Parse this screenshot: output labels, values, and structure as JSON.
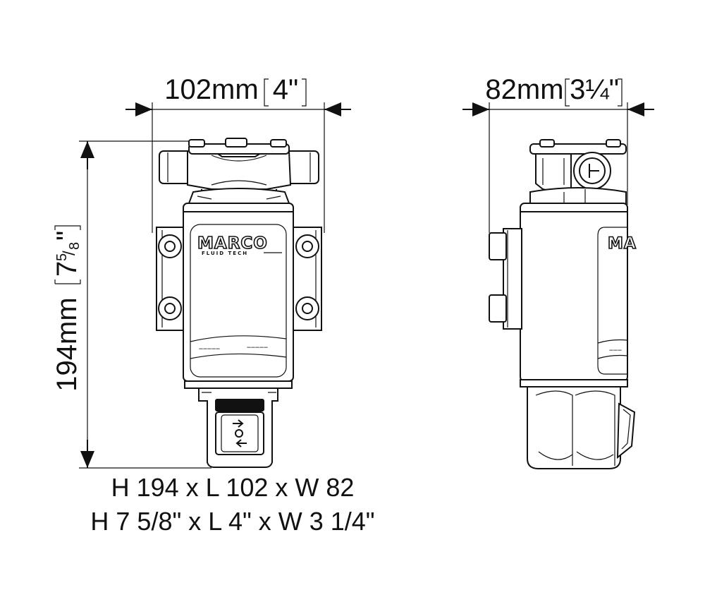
{
  "front_view": {
    "width_dim": {
      "value": "102mm",
      "bracket": "4\""
    },
    "height_dim": {
      "value": "194mm",
      "bracket_whole": "7",
      "bracket_num": "5",
      "bracket_den": "8",
      "bracket_suffix": "\""
    },
    "logo": {
      "brand": "MARCO",
      "subtitle": "FLUID TECH"
    }
  },
  "side_view": {
    "width_dim": {
      "value": "82mm",
      "bracket": "3¼\""
    }
  },
  "summary": {
    "metric": "H 194 x L 102 x W 82",
    "imperial": "H 7 5/8\" x L 4\" x W 3 1/4\""
  }
}
